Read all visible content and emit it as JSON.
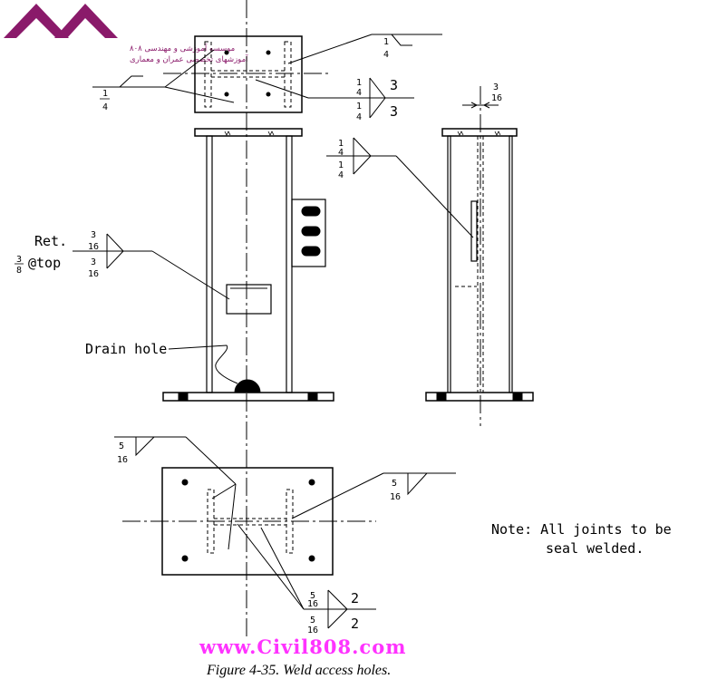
{
  "logo": {
    "line1": "موسسه آموزشی و مهندسی ۸۰۸",
    "line2": "آموزشهای تخصصی عمران و معماری",
    "color": "#8a1a6a"
  },
  "labels": {
    "ret": "Ret.",
    "three_eighths": "3",
    "eighths_den": "8",
    "at_top": "@top",
    "drain_hole": "Drain hole",
    "note_line1": "Note: All joints to be",
    "note_line2": "seal welded."
  },
  "weld_symbols": {
    "quarter_num": "1",
    "quarter_den": "4",
    "three_sixteenths_num": "3",
    "three_sixteenths_den": "16",
    "five_sixteenths_num": "5",
    "five_sixteenths_den": "16",
    "length_3": "3",
    "length_2": "2"
  },
  "watermark": "www.Civil808.com",
  "caption": "Figure 4-35.  Weld access holes.",
  "colors": {
    "line": "#000000",
    "watermark": "#ff33ff"
  }
}
